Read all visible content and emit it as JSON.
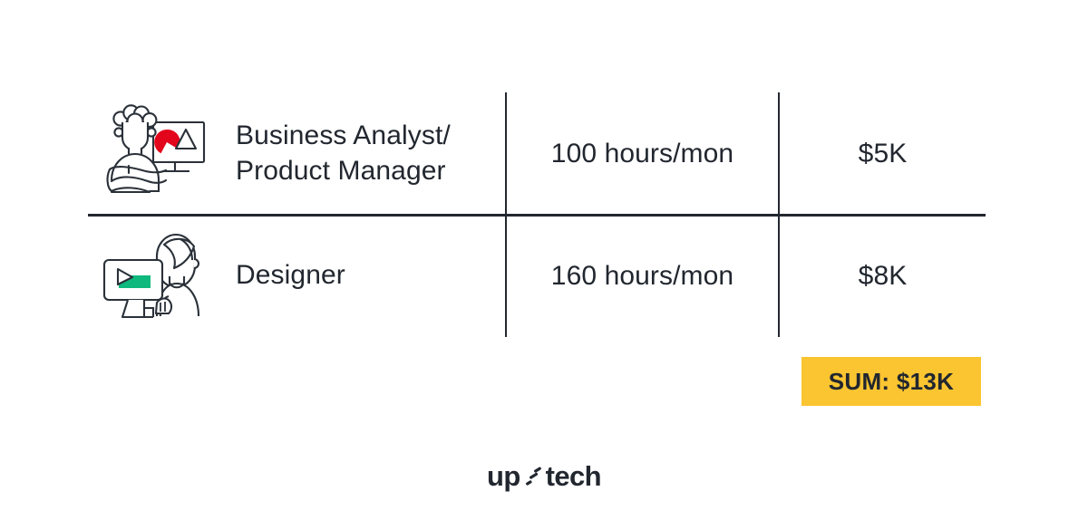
{
  "page": {
    "background_color": "#ffffff",
    "text_color": "#22272F"
  },
  "table": {
    "columns": [
      "icon",
      "role",
      "hours",
      "price"
    ],
    "divider_color": "#22272F",
    "rows": [
      {
        "icon_name": "business-analyst-icon",
        "role_line_1": "Business Analyst/",
        "role_line_2": "Product Manager",
        "hours": "100 hours/mon",
        "price": "$5K"
      },
      {
        "icon_name": "designer-icon",
        "role_line_1": "Designer",
        "role_line_2": "",
        "hours": "160 hours/mon",
        "price": "$8K"
      }
    ]
  },
  "summary": {
    "label": "SUM: $13K",
    "background_color": "#FBC531",
    "text_color": "#22272F"
  },
  "logo": {
    "text_left": "up",
    "text_right": "tech",
    "mark_name": "motion-dashes-mark",
    "color": "#22272F"
  },
  "accents": {
    "red": "#E3051B",
    "green": "#0FB97D",
    "yellow": "#FBC531",
    "ink": "#2B3139"
  }
}
